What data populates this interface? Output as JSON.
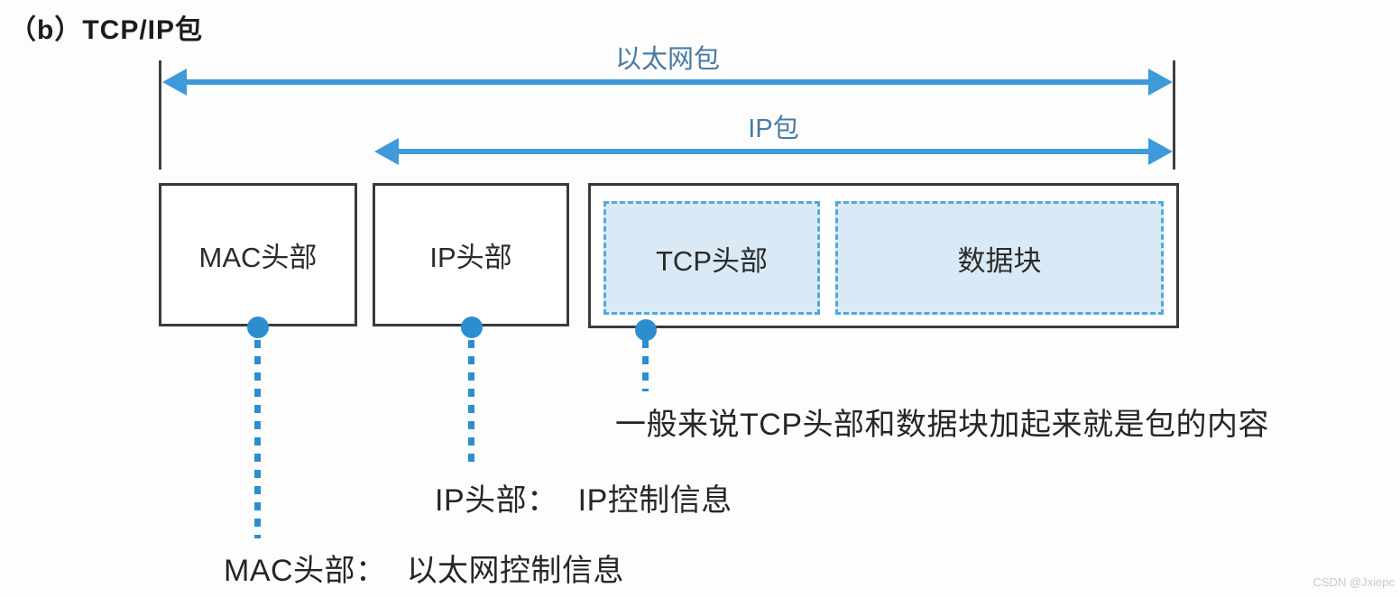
{
  "title": "（b）TCP/IP包",
  "arrows": [
    {
      "label": "以太网包"
    },
    {
      "label": "IP包"
    }
  ],
  "boxes": {
    "mac": "MAC头部",
    "ip": "IP头部",
    "tcp": "TCP头部",
    "data": "数据块"
  },
  "annotations": {
    "tcp_note": "一般来说TCP头部和数据块加起来就是包的内容",
    "ip_note_label": "IP头部：",
    "ip_note_value": "IP控制信息",
    "mac_note_label": "MAC头部：",
    "mac_note_value": "以太网控制信息"
  },
  "watermark": "CSDN @Jxiepc",
  "colors": {
    "arrow_blue": "#3e9ad9",
    "label_blue": "#477ba4",
    "dot_blue": "#2d8ecf",
    "dashed_border": "#55a8da",
    "dashed_fill": "#d9eaf6",
    "box_border": "#3a3a3a",
    "text_dark": "#262626",
    "watermark_gray": "#c9c9c9"
  }
}
